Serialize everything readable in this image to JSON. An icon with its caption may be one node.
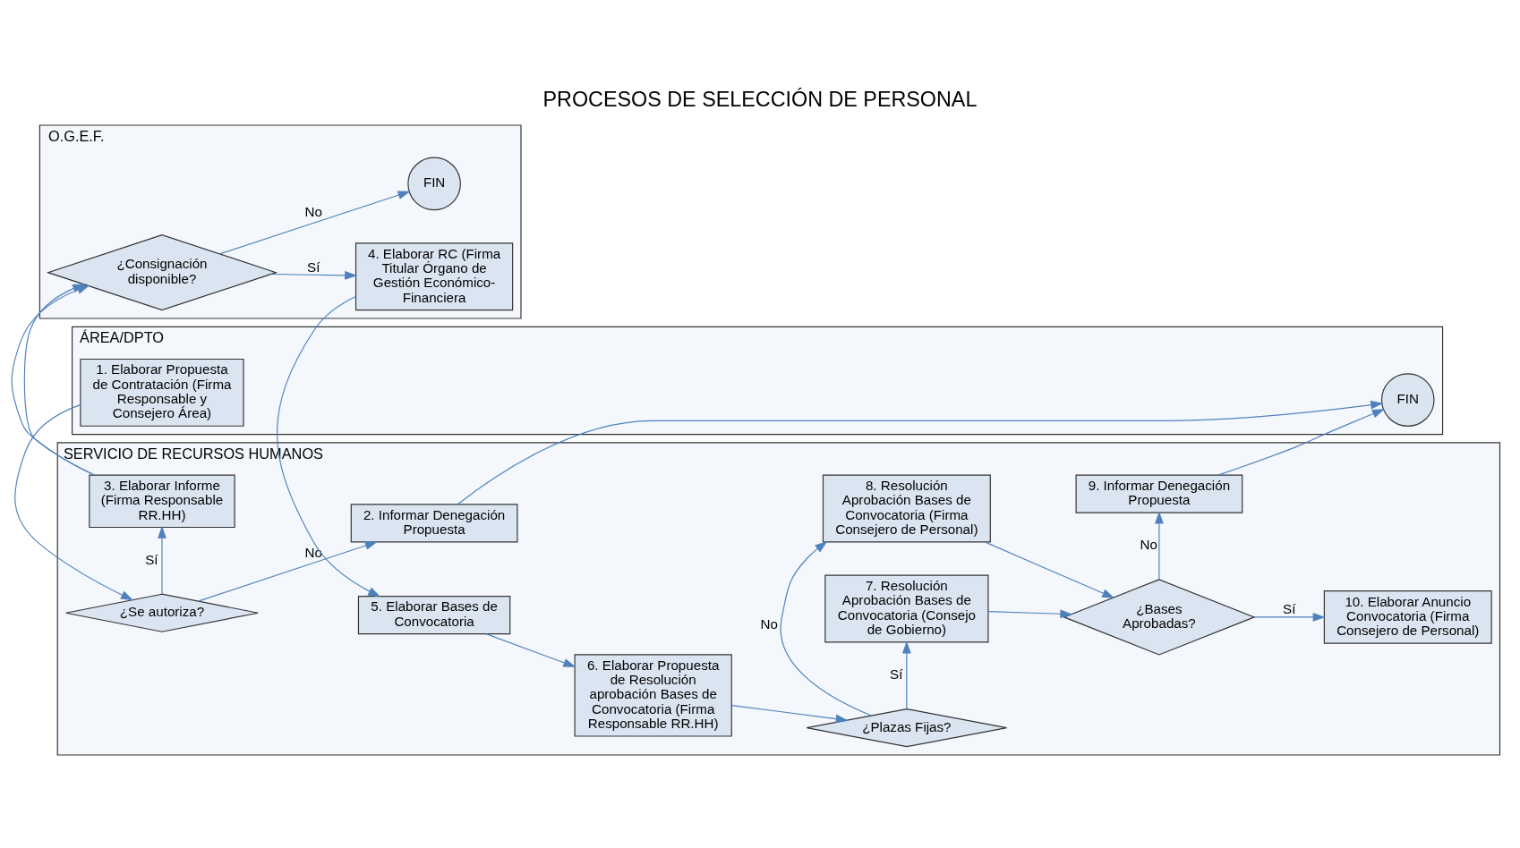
{
  "diagram": {
    "title": "PROCESOS DE SELECCIÓN DE PERSONAL",
    "nodes": [
      {
        "text": [
          "ÁREA/DPTO"
        ]
      },
      {
        "text": [
          "SERVICIO DE RECURSOS HUMANOS"
        ]
      },
      {
        "text": [
          "O.G.E.F."
        ]
      },
      {
        "text": [
          "1. Elaborar Propuesta de Contratación (Firma Responsable y Consejero Área)"
        ],
        "in": 0
      },
      {
        "text": [
          "FIN"
        ],
        "in": 0
      },
      {
        "text": [
          "¿Se autoriza?"
        ],
        "in": 1
      },
      {
        "text": [
          "2. Informar Denegación Propuesta"
        ],
        "in": 1
      },
      {
        "text": [
          "3. Elaborar Informe (Firma Responsable RR.HH)"
        ],
        "in": 1
      },
      {
        "text": [
          "5. Elaborar Bases de Convocatoria"
        ],
        "in": 1
      },
      {
        "text": [
          "6. Elaborar Propuesta de Resolución aprobación Bases de Convocatoria (Firma Responsable RR.HH)"
        ],
        "in": 1
      },
      {
        "text": [
          "¿Plazas Fijas?"
        ],
        "in": 1
      },
      {
        "text": [
          "8. Resolución Aprobación Bases de Convocatoria (Firma Consejero de Personal)"
        ],
        "in": 1
      },
      {
        "text": [
          "7. Resolución Aprobación Bases de Convocatoria (Consejo de Gobierno)"
        ],
        "in": 1
      },
      {
        "text": [
          "9. Informar Denegación Propuesta"
        ],
        "in": 1
      },
      {
        "text": [
          "¿Bases Aprobadas?"
        ],
        "in": 1
      },
      {
        "text": [
          "10. Elaborar Anuncio Convocatoria (Firma Consejero de Personal)"
        ],
        "in": 1
      },
      {
        "text": [
          "FIN"
        ],
        "in": 2
      },
      {
        "text": [
          "¿Consignación disponible?"
        ],
        "in": 2
      },
      {
        "text": [
          "4. Elaborar RC (Firma Titular Órgano de Gestión Económico-Financiera"
        ],
        "in": 2
      }
    ],
    "edges": [
      {
        "from": 3,
        "to": 5,
        "arrow": "to"
      },
      {
        "from": 5,
        "to": 6,
        "arrow": "to",
        "label": "No"
      },
      {
        "from": 6,
        "to": 4,
        "arrow": "to"
      },
      {
        "from": 5,
        "to": 7,
        "arrow": "to",
        "label": "Sí"
      },
      {
        "from": 7,
        "to": 17,
        "arrow": "to"
      },
      {
        "from": 17,
        "to": 16,
        "arrow": "to",
        "label": "No"
      },
      {
        "from": 17,
        "to": 18,
        "arrow": "to",
        "label": "Sí"
      },
      {
        "from": 18,
        "to": 8,
        "arrow": "to"
      },
      {
        "from": 8,
        "to": 9,
        "arrow": "to"
      },
      {
        "from": 9,
        "to": 10,
        "arrow": "to"
      },
      {
        "from": 10,
        "to": 11,
        "arrow": "to",
        "label": "No"
      },
      {
        "from": 10,
        "to": 12,
        "arrow": "to",
        "label": "Sí"
      },
      {
        "from": 11,
        "to": 14,
        "arrow": "to"
      },
      {
        "from": 12,
        "to": 14,
        "arrow": "to"
      },
      {
        "from": 14,
        "to": 13,
        "arrow": "to",
        "label": "No"
      },
      {
        "from": 14,
        "to": 15,
        "arrow": "to",
        "label": "Sí"
      },
      {
        "from": 13,
        "to": 4,
        "arrow": "to"
      }
    ]
  }
}
